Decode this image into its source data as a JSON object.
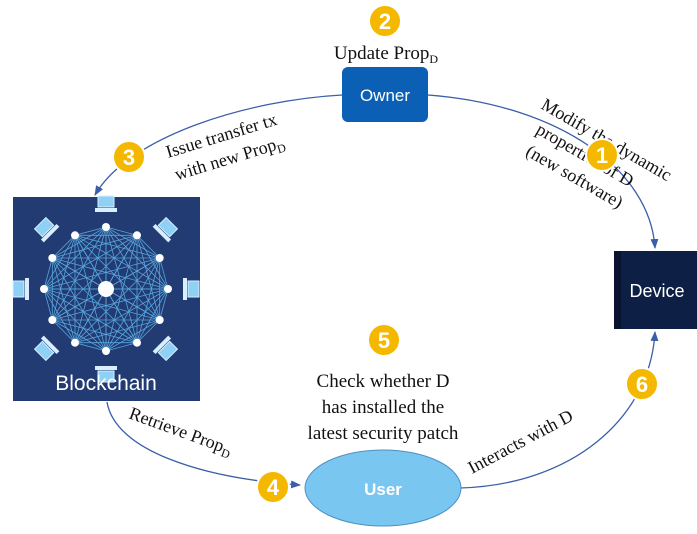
{
  "nodes": {
    "owner": {
      "label": "Owner",
      "color": "#0b5fb5"
    },
    "device": {
      "label": "Device",
      "color": "#0d1f45"
    },
    "blockchain": {
      "label": "Blockchain",
      "color": "#233b73"
    },
    "user": {
      "label": "User",
      "color": "#79c6f0"
    }
  },
  "steps": [
    {
      "number": "1",
      "lines": [
        "Modify the dynamic",
        "properties of D",
        "(new software)"
      ]
    },
    {
      "number": "2",
      "lines": [
        "Update Prop",
        "D"
      ]
    },
    {
      "number": "3",
      "lines": [
        "Issue transfer tx",
        "with new Prop",
        "D"
      ]
    },
    {
      "number": "4",
      "lines": [
        "Retrieve Prop",
        "D"
      ]
    },
    {
      "number": "5",
      "lines": [
        "Check whether D",
        "has installed the",
        "latest security patch"
      ]
    },
    {
      "number": "6",
      "lines": [
        "Interacts with D"
      ]
    }
  ],
  "colors": {
    "badge": "#f5b800",
    "badge_stroke": "#ffffff",
    "arrow": "#3a5fa8"
  }
}
